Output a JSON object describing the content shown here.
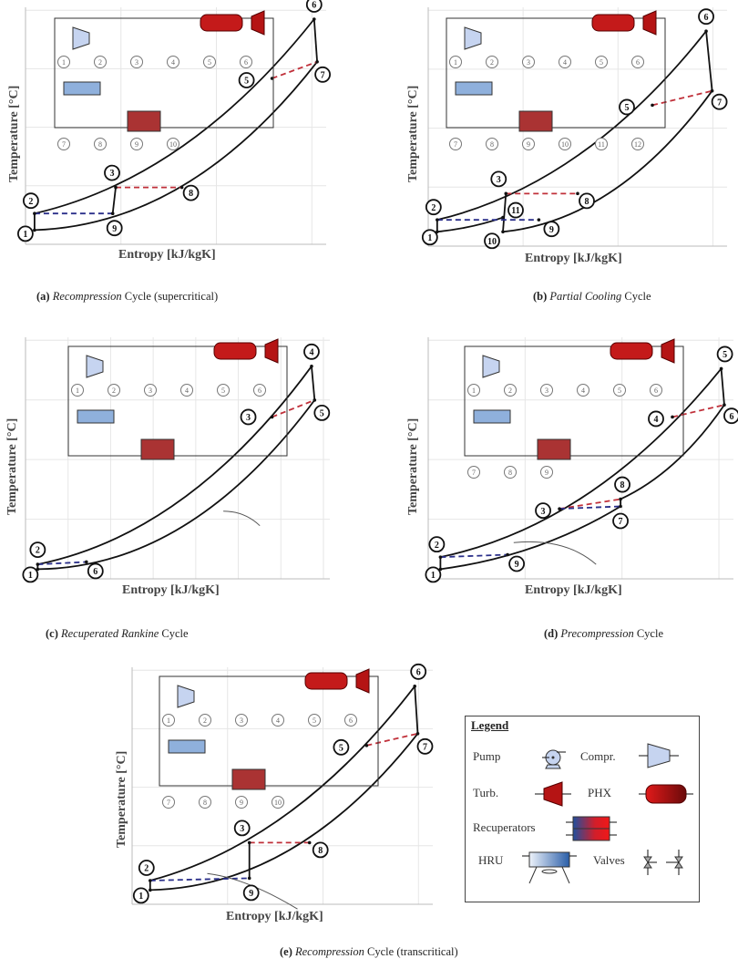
{
  "axes": {
    "xlabel": "Entropy [kJ/kgK]",
    "ylabel": "Temperature [°C]"
  },
  "colors": {
    "cycle_line": "#111111",
    "hot_dash": "#c0303a",
    "cold_dash": "#2a2f8a",
    "grid": "#e6e6e6",
    "compressor": "#c6d4f0",
    "turbine": "#b51414",
    "phx": "#c41a1a",
    "hru": "#2a5ea8"
  },
  "panels": [
    {
      "id": "a",
      "caption": {
        "letter": "(a)",
        "name": "Recompression",
        "rest": " Cycle (supercritical)"
      },
      "state_points": [
        {
          "label": "1",
          "s": 0.03,
          "T": 0.06
        },
        {
          "label": "2",
          "s": 0.03,
          "T": 0.13
        },
        {
          "label": "3",
          "s": 0.3,
          "T": 0.24
        },
        {
          "label": "5",
          "s": 0.82,
          "T": 0.7
        },
        {
          "label": "6",
          "s": 0.96,
          "T": 0.95
        },
        {
          "label": "7",
          "s": 0.97,
          "T": 0.77
        },
        {
          "label": "8",
          "s": 0.52,
          "T": 0.24
        },
        {
          "label": "9",
          "s": 0.29,
          "T": 0.13
        }
      ],
      "schematic_labels": [
        "1",
        "2",
        "3",
        "4",
        "5",
        "6",
        "7",
        "8",
        "9",
        "10"
      ]
    },
    {
      "id": "b",
      "caption": {
        "letter": "(b)",
        "name": "Partial Cooling",
        "rest": " Cycle"
      },
      "state_points": [
        {
          "label": "1",
          "s": 0.03,
          "T": 0.06
        },
        {
          "label": "2",
          "s": 0.03,
          "T": 0.11
        },
        {
          "label": "3",
          "s": 0.26,
          "T": 0.22
        },
        {
          "label": "5",
          "s": 0.75,
          "T": 0.59
        },
        {
          "label": "6",
          "s": 0.93,
          "T": 0.9
        },
        {
          "label": "7",
          "s": 0.95,
          "T": 0.65
        },
        {
          "label": "8",
          "s": 0.5,
          "T": 0.22
        },
        {
          "label": "9",
          "s": 0.37,
          "T": 0.11
        },
        {
          "label": "10",
          "s": 0.25,
          "T": 0.06
        },
        {
          "label": "11",
          "s": 0.25,
          "T": 0.12
        }
      ],
      "schematic_labels": [
        "1",
        "2",
        "3",
        "4",
        "5",
        "6",
        "7",
        "8",
        "9",
        "10",
        "11",
        "12"
      ]
    },
    {
      "id": "c",
      "caption": {
        "letter": "(c)",
        "name": "Recuperated Rankine",
        "rest": " Cycle"
      },
      "state_points": [
        {
          "label": "1",
          "s": 0.04,
          "T": 0.04
        },
        {
          "label": "2",
          "s": 0.04,
          "T": 0.06
        },
        {
          "label": "3",
          "s": 0.81,
          "T": 0.67
        },
        {
          "label": "4",
          "s": 0.94,
          "T": 0.88
        },
        {
          "label": "5",
          "s": 0.95,
          "T": 0.74
        },
        {
          "label": "6",
          "s": 0.2,
          "T": 0.07
        }
      ],
      "schematic_labels": [
        "1",
        "2",
        "3",
        "4",
        "5",
        "6"
      ]
    },
    {
      "id": "d",
      "caption": {
        "letter": "(d)",
        "name": "Precompression",
        "rest": " Cycle"
      },
      "state_points": [
        {
          "label": "1",
          "s": 0.04,
          "T": 0.04
        },
        {
          "label": "2",
          "s": 0.04,
          "T": 0.09
        },
        {
          "label": "3",
          "s": 0.43,
          "T": 0.29
        },
        {
          "label": "4",
          "s": 0.8,
          "T": 0.67
        },
        {
          "label": "5",
          "s": 0.96,
          "T": 0.87
        },
        {
          "label": "6",
          "s": 0.97,
          "T": 0.72
        },
        {
          "label": "7",
          "s": 0.63,
          "T": 0.3
        },
        {
          "label": "8",
          "s": 0.63,
          "T": 0.33
        },
        {
          "label": "9",
          "s": 0.26,
          "T": 0.1
        }
      ],
      "schematic_labels": [
        "1",
        "2",
        "3",
        "4",
        "5",
        "6",
        "7",
        "8",
        "9"
      ]
    },
    {
      "id": "e",
      "caption": {
        "letter": "(e)",
        "name": "Recompression",
        "rest": " Cycle (transcritical)"
      },
      "state_points": [
        {
          "label": "1",
          "s": 0.06,
          "T": 0.06
        },
        {
          "label": "2",
          "s": 0.06,
          "T": 0.1
        },
        {
          "label": "3",
          "s": 0.39,
          "T": 0.26
        },
        {
          "label": "5",
          "s": 0.78,
          "T": 0.67
        },
        {
          "label": "6",
          "s": 0.94,
          "T": 0.92
        },
        {
          "label": "7",
          "s": 0.95,
          "T": 0.72
        },
        {
          "label": "8",
          "s": 0.59,
          "T": 0.26
        },
        {
          "label": "9",
          "s": 0.39,
          "T": 0.11
        }
      ],
      "schematic_labels": [
        "1",
        "2",
        "3",
        "4",
        "5",
        "6",
        "7",
        "8",
        "9",
        "10"
      ]
    }
  ],
  "legend": {
    "title": "Legend",
    "items": [
      {
        "label": "Pump",
        "icon": "pump-icon"
      },
      {
        "label": "Compr.",
        "icon": "compressor-icon"
      },
      {
        "label": "Turb.",
        "icon": "turbine-icon"
      },
      {
        "label": "PHX",
        "icon": "phx-icon"
      },
      {
        "label": "Recuperators",
        "icon": "recuperator-icon"
      },
      {
        "label": "HRU",
        "icon": "hru-icon"
      },
      {
        "label": "Valves",
        "icon": "valve-icon"
      }
    ]
  }
}
